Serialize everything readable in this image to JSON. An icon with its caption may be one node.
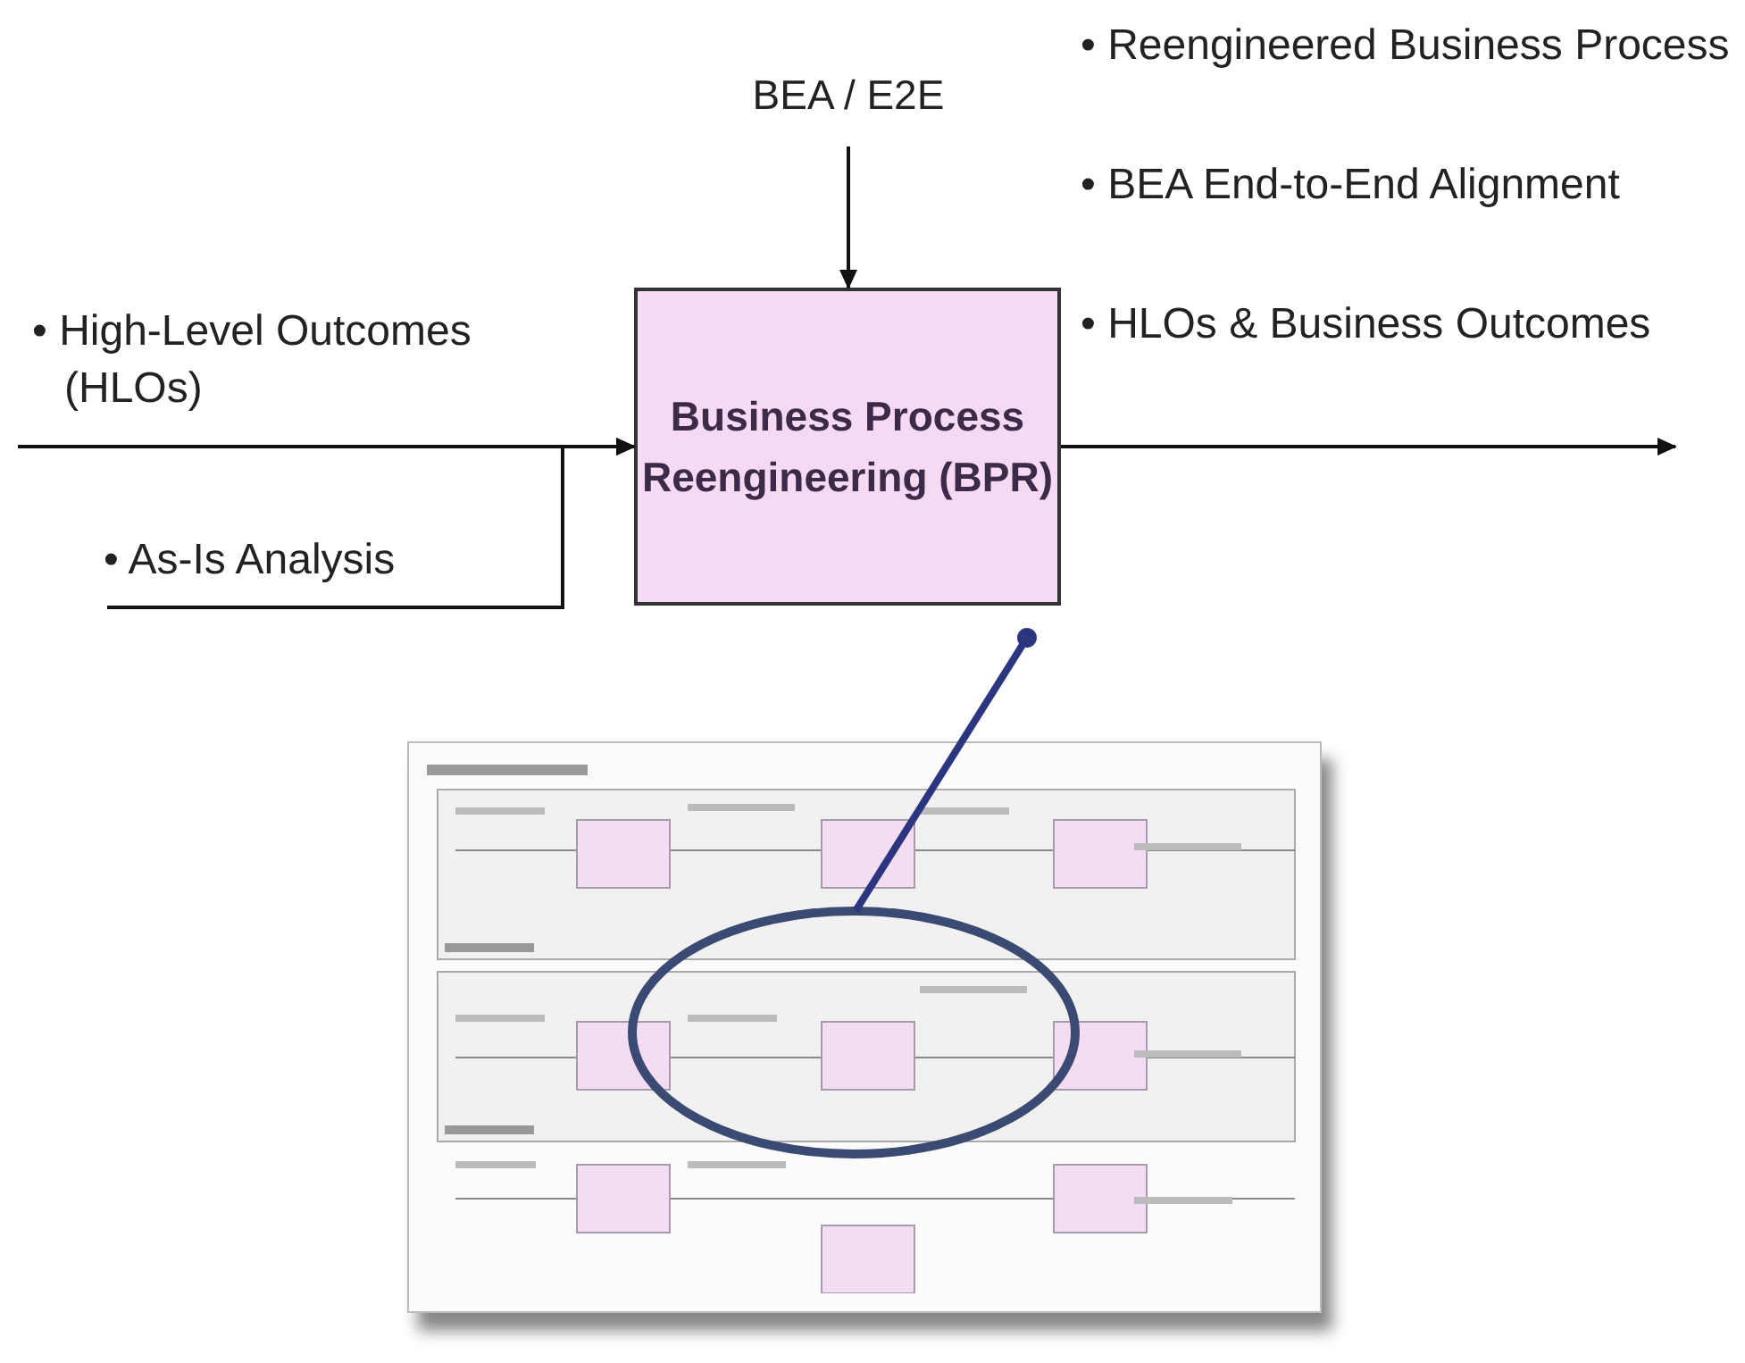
{
  "diagram": {
    "nodes": [
      {
        "text": [
          "Business Process Reengineering (BPR)"
        ]
      },
      {
        "text": [
          "BEA / E2E"
        ]
      },
      {
        "text": [],
        "shape": "picture"
      },
      {
        "text": [],
        "shape": "ellipse",
        "in": 2
      }
    ],
    "edges": [
      {
        "from": 1,
        "to": 0,
        "arrow": "to"
      },
      {
        "from": null,
        "to": 0,
        "arrow": "to",
        "label": "• High-Level Outcomes (HLOs)"
      },
      {
        "from": null,
        "to": 0,
        "arrow": "to",
        "label": "• As-Is Analysis"
      },
      {
        "from": 0,
        "to": null,
        "arrow": "to"
      },
      {
        "from": 0,
        "to": 3,
        "arrow": "other",
        "style": "thick",
        "color": "#2b3580"
      }
    ],
    "labels": [
      "• Reengineered Business Process",
      "• BEA End-to-End Alignment",
      "• HLOs & Business Outcomes"
    ]
  }
}
